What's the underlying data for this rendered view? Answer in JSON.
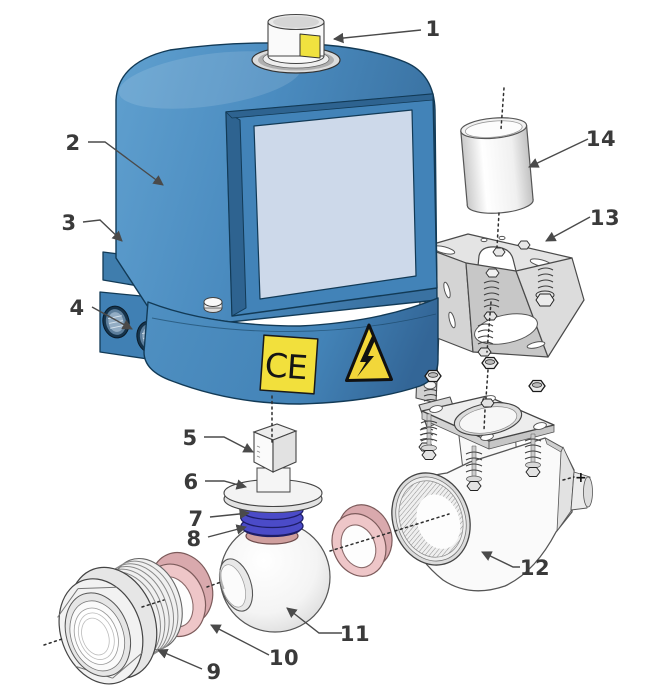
{
  "diagram": {
    "part_numbers": [
      "1",
      "2",
      "3",
      "4",
      "5",
      "6",
      "7",
      "8",
      "9",
      "10",
      "11",
      "12",
      "13",
      "14"
    ],
    "axis_marker": "+",
    "ce_mark": "CE",
    "colors": {
      "actuator_body_blue": "#4b8cc0",
      "actuator_shadow_blue": "#2e6390",
      "window_panel_blue": "#cdd9ea",
      "label_yellow": "#f2e03c",
      "seat_pink": "#eec6c8",
      "spring_washer_blue": "#4b4bc8",
      "metal_light_gray": "#f2f2f2",
      "bracket_gray": "#d7d7d7"
    }
  }
}
